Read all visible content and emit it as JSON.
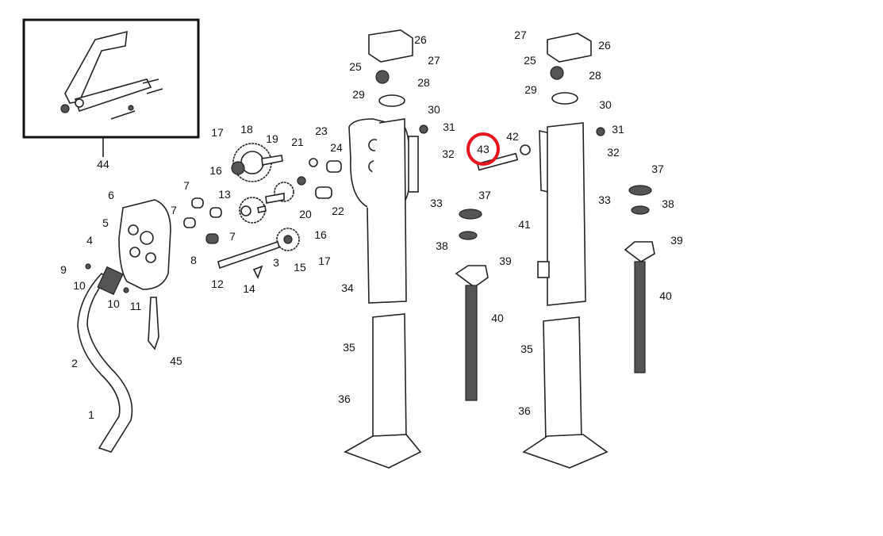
{
  "diagram": {
    "highlight_color": "#e8141c",
    "highlighted_part": "43",
    "callouts": [
      "44",
      "26",
      "27",
      "25",
      "28",
      "29",
      "30",
      "31",
      "32",
      "33",
      "17",
      "18",
      "19",
      "21",
      "23",
      "16",
      "24",
      "7",
      "7",
      "13",
      "20",
      "22",
      "7",
      "6",
      "5",
      "4",
      "16",
      "8",
      "3",
      "17",
      "15",
      "12",
      "14",
      "9",
      "10",
      "10",
      "11",
      "34",
      "2",
      "45",
      "1",
      "35",
      "36",
      "43",
      "42",
      "37",
      "38",
      "39",
      "40",
      "41",
      "31",
      "32",
      "33",
      "37",
      "38",
      "39",
      "40",
      "35",
      "36",
      "27",
      "26",
      "25",
      "28",
      "29",
      "30"
    ]
  }
}
